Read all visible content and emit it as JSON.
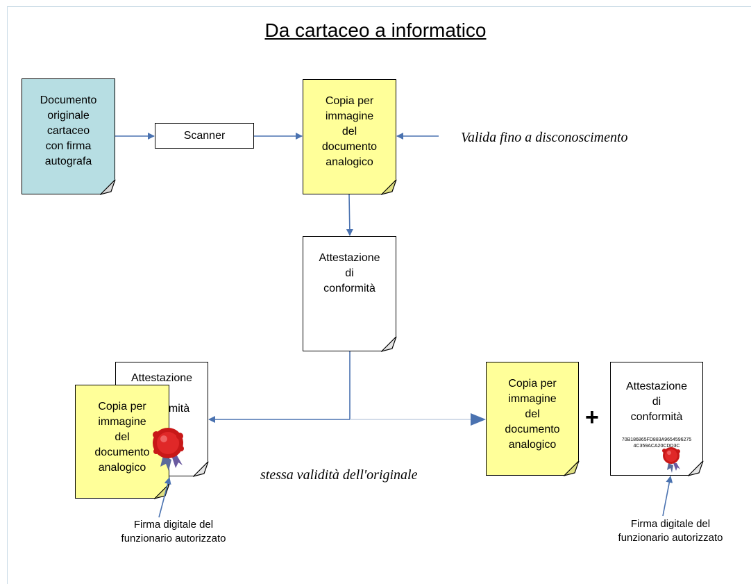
{
  "title": "Da cartaceo a informatico",
  "colors": {
    "original_doc": "#b7dee3",
    "copy_doc": "#ffff99",
    "attest_doc": "#ffffff",
    "arrow": "#4a72b0",
    "seal": "#d42020"
  },
  "nodes": {
    "original": [
      "Documento",
      "originale",
      "cartaceo",
      "con firma",
      "autografa"
    ],
    "scanner": "Scanner",
    "copy_top": [
      "Copia per",
      "immagine",
      "del",
      "documento",
      "analogico"
    ],
    "attestation_mid": [
      "Attestazione",
      "di",
      "conformità"
    ],
    "stack_back": [
      "Attestazione",
      "mità"
    ],
    "stack_front": [
      "Copia per",
      "immagine",
      "del",
      "documento",
      "analogico"
    ],
    "copy_right": [
      "Copia per",
      "immagine",
      "del",
      "documento",
      "analogico"
    ],
    "attest_right": [
      "Attestazione",
      "di",
      "conformità"
    ],
    "hash": [
      "70B186865FD883A9654596275",
      "4C359ACA20CDD3C"
    ]
  },
  "labels": {
    "valid_until": "Valida fino a disconoscimento",
    "same_validity": "stessa validità dell'originale",
    "plus": "+",
    "signature_left": [
      "Firma digitale del",
      "funzionario autorizzato"
    ],
    "signature_right": [
      "Firma digitale del",
      "funzionario autorizzato"
    ]
  },
  "icons": {
    "seal": "red-wax-seal-icon",
    "curl": "folded-corner-icon"
  }
}
